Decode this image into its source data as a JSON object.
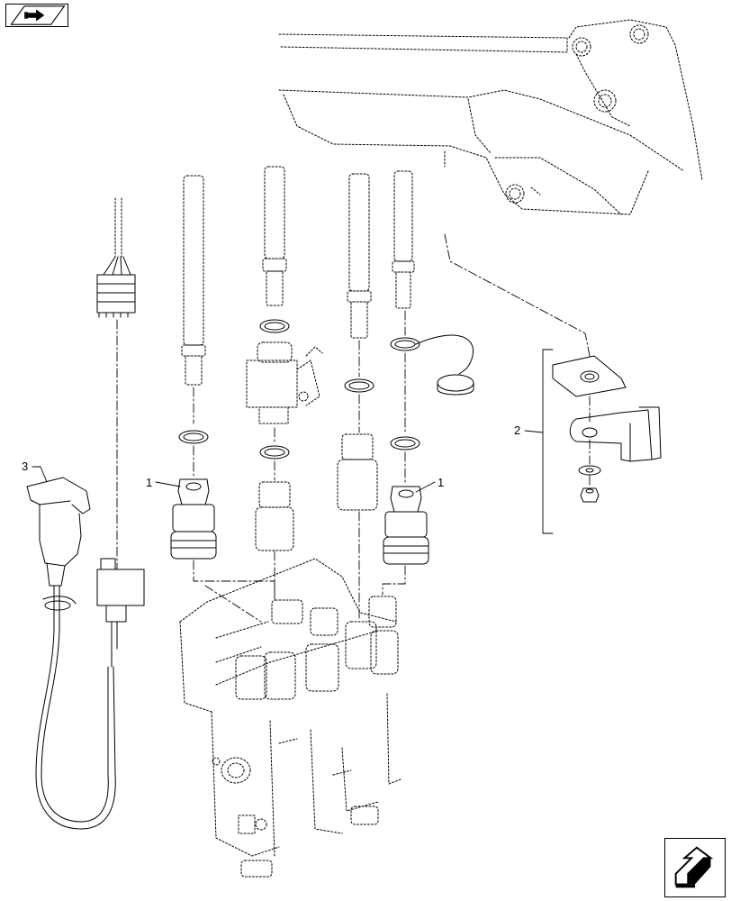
{
  "diagram": {
    "callouts": [
      {
        "id": "callout-1a",
        "label": "1"
      },
      {
        "id": "callout-1b",
        "label": "1"
      },
      {
        "id": "callout-2",
        "label": "2"
      },
      {
        "id": "callout-3",
        "label": "3"
      }
    ]
  },
  "navigation": {
    "prev_icon": "previous-page-arrow-icon",
    "next_icon": "next-page-arrow-icon"
  },
  "colors": {
    "line": "#000000",
    "background": "#ffffff",
    "hidden_line": "#555555"
  }
}
